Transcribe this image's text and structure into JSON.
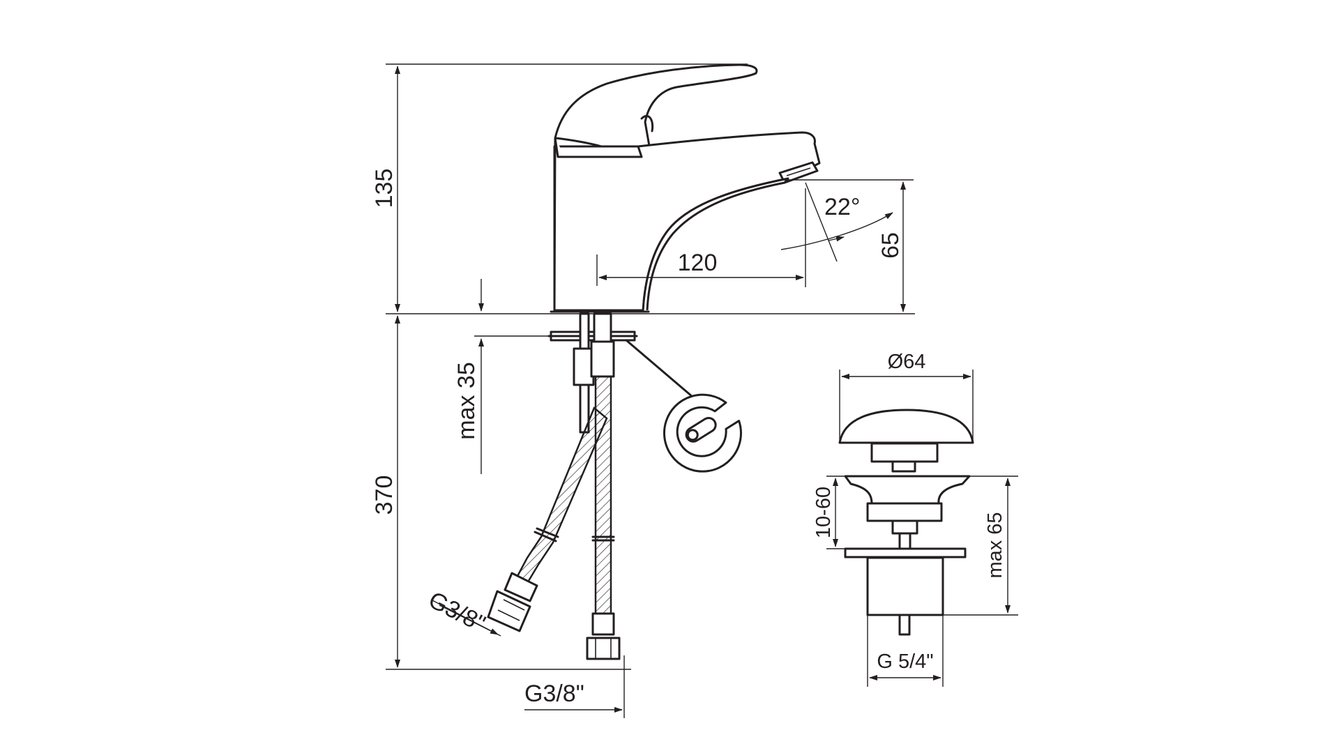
{
  "dimensions": {
    "total_height_above": "135",
    "spout_height": "65",
    "spout_reach": "120",
    "spray_angle": "22°",
    "mounting_max": "max 35",
    "hose_length": "370",
    "hose_thread_angled": "G3/8\"",
    "hose_thread_bottom": "G3/8\"",
    "waste_diameter": "Ø64",
    "waste_range": "10-60",
    "waste_max": "max 65",
    "waste_thread": "G 5/4\""
  },
  "colors": {
    "line": "#231f20",
    "background": "#ffffff"
  }
}
